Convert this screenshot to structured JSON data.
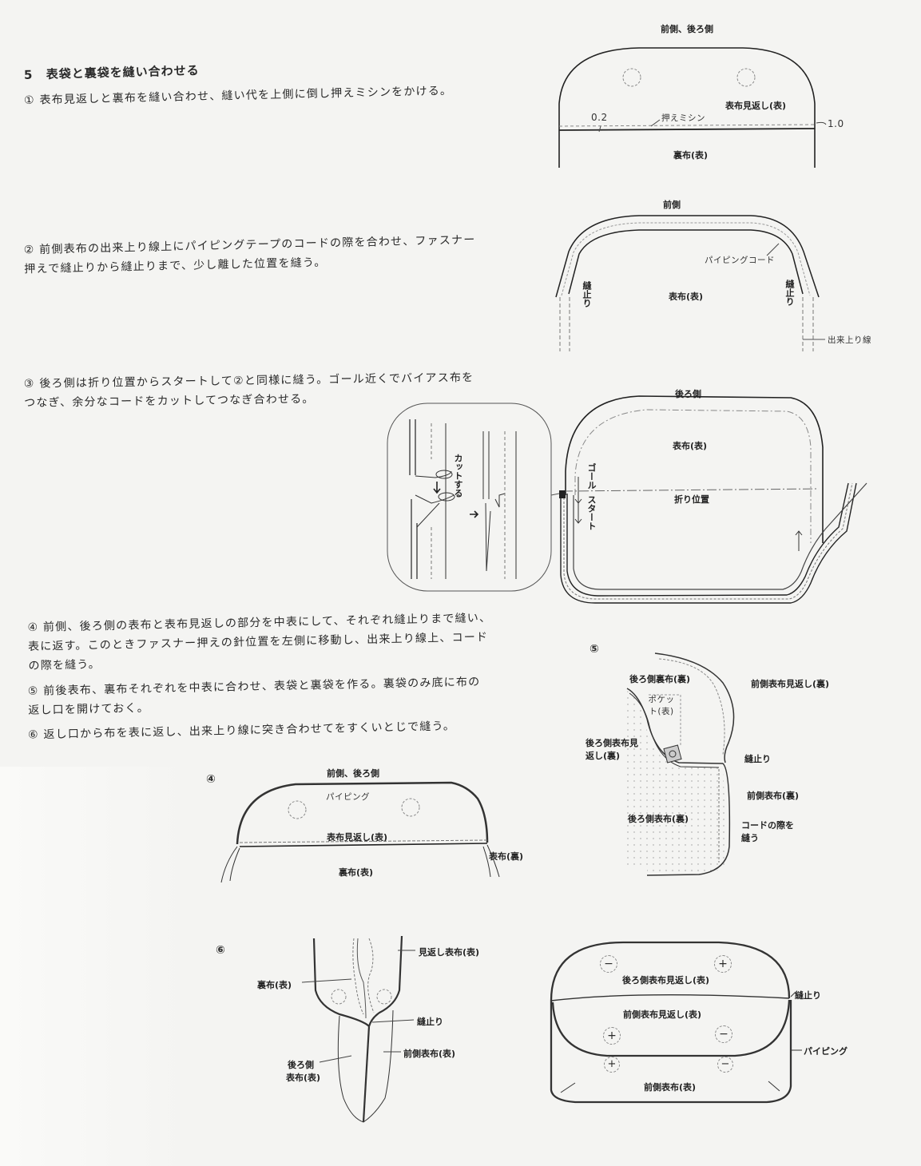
{
  "section": {
    "number": "5",
    "title": "表袋と裏袋を縫い合わせる"
  },
  "steps": [
    {
      "num": "①",
      "lines": [
        "表布見返しと裏布を縫い合わせ、縫い代を上側に倒し押えミシンをかける。"
      ]
    },
    {
      "num": "②",
      "lines": [
        "前側表布の出来上り線上にパイピングテープのコードの際を合わせ、ファスナー",
        "押えで縫止りから縫止りまで、少し離した位置を縫う。"
      ]
    },
    {
      "num": "③",
      "lines": [
        "後ろ側は折り位置からスタートして②と同様に縫う。ゴール近くでバイアス布を",
        "つなぎ、余分なコードをカットしてつなぎ合わせる。"
      ]
    },
    {
      "num": "④",
      "lines": [
        "前側、後ろ側の表布と表布見返しの部分を中表にして、それぞれ縫止りまで縫い、",
        "表に返す。このときファスナー押えの針位置を左側に移動し、出来上り線上、コード",
        "の際を縫う。"
      ]
    },
    {
      "num": "⑤",
      "lines": [
        "前後表布、裏布それぞれを中表に合わせ、表袋と裏袋を作る。裏袋のみ底に布の",
        "返し口を開けておく。"
      ]
    },
    {
      "num": "⑥",
      "lines": [
        "返し口から布を表に返し、出来上り線に突き合わせてをすくいとじで縫う。"
      ]
    }
  ],
  "figures": {
    "fig1": {
      "title": "前側、後ろ側",
      "label_facing": "表布見返し(表)",
      "label_stitch": "押えミシン",
      "dim_left": "0.2",
      "dim_right": "1.0",
      "label_lining": "裏布(表)"
    },
    "fig2": {
      "title": "前側",
      "label_cord": "パイピングコード",
      "label_stop_left": "縫止り",
      "label_stop_right": "縫止り",
      "label_outer": "表布(表)",
      "label_finish_line": "出来上り線"
    },
    "fig3": {
      "title": "後ろ側",
      "label_outer": "表布(表)",
      "label_fold": "折り位置",
      "label_goal": "ゴール",
      "label_start": "スタート",
      "detail_cut": "カットする"
    },
    "fig4": {
      "num": "④",
      "title": "前側、後ろ側",
      "label_piping": "パイピング",
      "label_facing": "表布見返し(表)",
      "label_outer_back": "表布(裏)",
      "label_lining": "裏布(表)"
    },
    "fig5": {
      "num": "⑤",
      "label_back_lining": "後ろ側裏布(裏)",
      "label_front_facing": "前側表布見返し(裏)",
      "label_pocket": "ポケット(表)",
      "label_back_facing": "後ろ側表布見返し(裏)",
      "label_stop": "縫止り",
      "label_front_outer": "前側表布(裏)",
      "label_back_outer": "後ろ側表布(裏)",
      "label_sew_cord": "コードの際を縫う"
    },
    "fig6": {
      "num": "⑥",
      "label_facing_outer": "見返し表布(表)",
      "label_lining": "裏布(表)",
      "label_stop": "縫止り",
      "label_back_outer_1": "後ろ側",
      "label_back_outer_2": "表布(表)",
      "label_front_outer": "前側表布(表)"
    },
    "fig7": {
      "label_back_facing": "後ろ側表布見返し(表)",
      "label_stop": "縫止り",
      "label_front_facing": "前側表布見返し(表)",
      "label_piping": "パイピング",
      "label_front_outer": "前側表布(表)",
      "snaps_top": [
        "−",
        "+"
      ],
      "snaps_mid": [
        "+",
        "−"
      ],
      "snaps_bottom": [
        "+",
        "−"
      ]
    }
  }
}
